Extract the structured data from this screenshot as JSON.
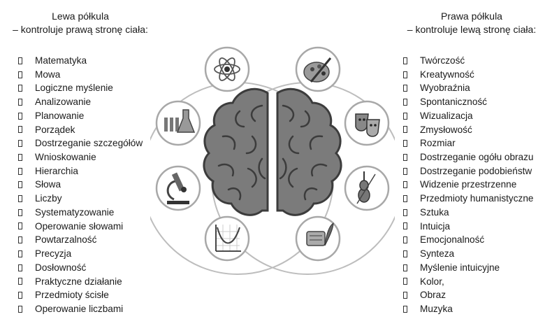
{
  "left": {
    "title_line1": "Lewa półkula",
    "title_line2": "– kontroluje prawą stronę ciała:",
    "items": [
      "Matematyka",
      "Mowa",
      "Logiczne myślenie",
      "Analizowanie",
      "Planowanie",
      "Porządek",
      "Dostrzeganie szczegółów",
      "Wnioskowanie",
      "Hierarchia",
      "Słowa",
      "Liczby",
      "Systematyzowanie",
      "Operowanie słowami",
      "Powtarzalność",
      "Precyzja",
      "Dosłowność",
      "Praktyczne działanie",
      "Przedmioty ścisłe",
      "Operowanie liczbami"
    ]
  },
  "right": {
    "title_line1": "Prawa półkula",
    "title_line2": "– kontroluje lewą stronę ciała:",
    "items": [
      "Twórczość",
      "Kreatywność",
      "Wyobraźnia",
      "Spontaniczność",
      "Wizualizacja",
      "Zmysłowość",
      "Rozmiar",
      "Dostrzeganie ogółu obrazu",
      "Dostrzeganie podobieństw",
      "Widzenie przestrzenne",
      "Przedmioty humanistyczne",
      "Sztuka",
      "Intuicja",
      "Emocjonalność",
      "Synteza",
      "Myślenie intuicyjne",
      "Kolor,",
      "Obraz",
      "Muzyka"
    ]
  },
  "icons": {
    "left": [
      "atom-icon",
      "lab-flasks-icon",
      "microscope-icon",
      "graph-icon"
    ],
    "right": [
      "palette-icon",
      "theater-masks-icon",
      "violin-icon",
      "scroll-quill-icon"
    ],
    "center": "brain-icon"
  },
  "colors": {
    "brain": "#7b7b7b",
    "brain_outline": "#3c3c3c",
    "icon_ring": "#a8a8a8",
    "connector": "#bdbdbd"
  }
}
